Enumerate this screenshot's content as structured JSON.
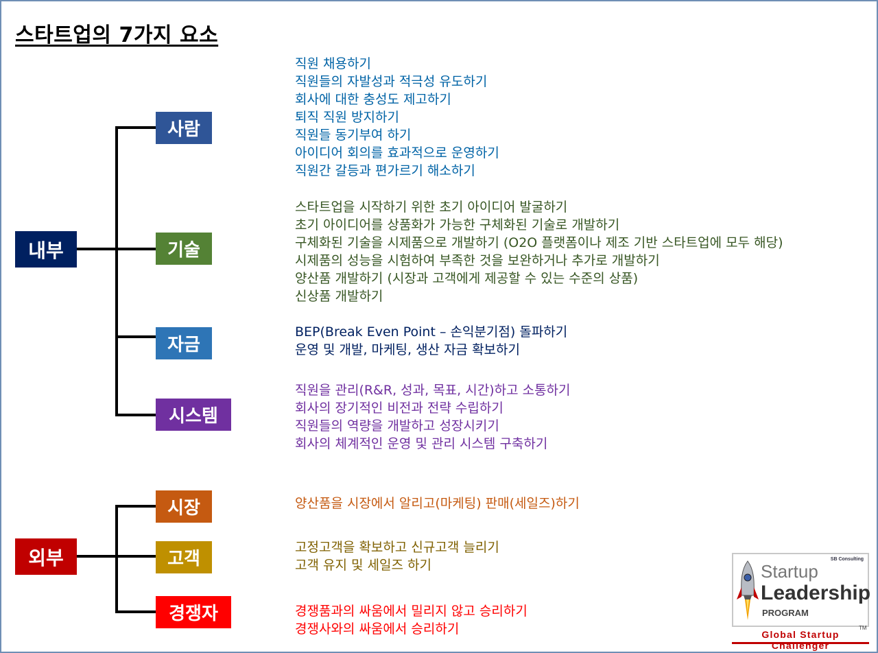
{
  "title": "스타트업의 7가지 요소",
  "groups": {
    "internal": {
      "label": "내부",
      "color": "#002060"
    },
    "external": {
      "label": "외부",
      "color": "#c00000"
    }
  },
  "elements": {
    "people": {
      "label": "사람",
      "color": "#2f5597",
      "text_color": "#0063a6",
      "items": [
        "직원 채용하기",
        "직원들의 자발성과 적극성 유도하기",
        "회사에 대한 충성도 제고하기",
        "퇴직 직원 방지하기",
        "직원들 동기부여 하기",
        "아이디어 회의를 효과적으로 운영하기",
        "직원간 갈등과 편가르기 해소하기"
      ]
    },
    "technology": {
      "label": "기술",
      "color": "#548235",
      "text_color": "#375623",
      "items": [
        "스타트업을 시작하기 위한 초기 아이디어 발굴하기",
        "초기 아이디어를 상품화가 가능한 구체화된 기술로 개발하기",
        "구체화된 기술을 시제품으로 개발하기 (O2O 플랫폼이나 제조 기반 스타트업에 모두 해당)",
        "시제품의 성능을 시험하여 부족한 것을 보완하거나 추가로 개발하기",
        "양산품 개발하기 (시장과 고객에게 제공할 수 있는 수준의 상품)",
        "신상품 개발하기"
      ]
    },
    "funding": {
      "label": "자금",
      "color": "#2e75b6",
      "text_color": "#002060",
      "items": [
        "BEP(Break Even Point – 손익분기점) 돌파하기",
        "운영 및 개발, 마케팅, 생산 자금 확보하기"
      ]
    },
    "system": {
      "label": "시스템",
      "color": "#7030a0",
      "text_color": "#7030a0",
      "items": [
        "직원을 관리(R&R, 성과, 목표, 시간)하고 소통하기",
        "회사의 장기적인 비전과 전략 수립하기",
        "직원들의 역량을 개발하고 성장시키기",
        "회사의 체계적인 운영 및 관리 시스템 구축하기"
      ]
    },
    "market": {
      "label": "시장",
      "color": "#c55a11",
      "text_color": "#c55a11",
      "items": [
        "양산품을 시장에서 알리고(마케팅) 판매(세일즈)하기"
      ]
    },
    "customer": {
      "label": "고객",
      "color": "#bf9000",
      "text_color": "#7f6000",
      "items": [
        "고정고객을 확보하고 신규고객 늘리기",
        "고객 유지 및 세일즈 하기"
      ]
    },
    "competitor": {
      "label": "경쟁자",
      "color": "#ff0000",
      "text_color": "#ff0000",
      "items": [
        "경쟁품과의 싸움에서 밀리지 않고 승리하기",
        "경쟁사와의 싸움에서 승리하기"
      ]
    }
  },
  "logo": {
    "brand": "SB Consulting",
    "line1": "Startup",
    "line2": "Leadership",
    "line3": "PROGRAM",
    "tagline": "Global Startup Challenger",
    "tm": "TM"
  }
}
